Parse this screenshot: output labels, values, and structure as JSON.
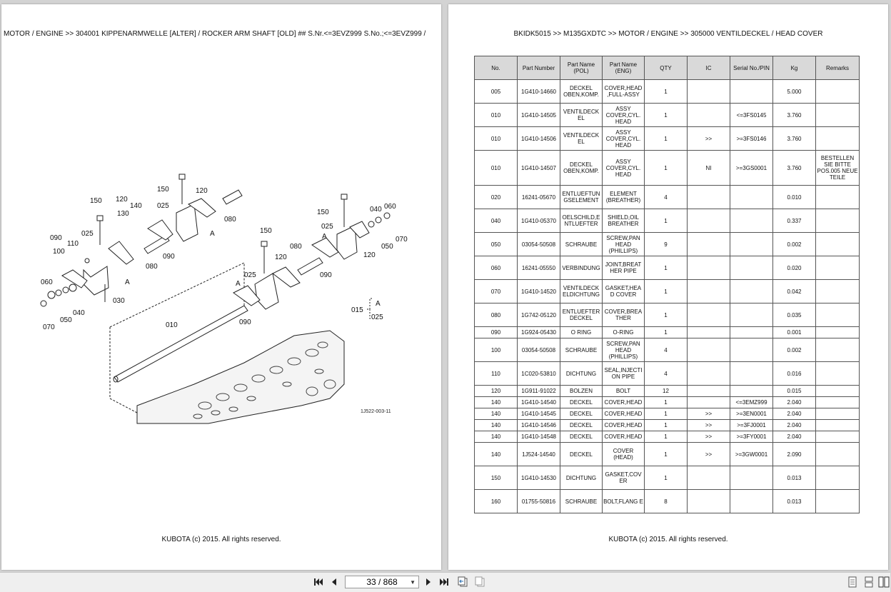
{
  "left_page": {
    "header": "MOTOR / ENGINE >> 304001   KIPPENARMWELLE [ALTER] / ROCKER ARM SHAFT [OLD] ## S.Nr.<=3EVZ999 S.No.;<=3EVZ999 /",
    "footer": "KUBOTA (c) 2015. All rights reserved.",
    "diagram_code": "1J522-003-11",
    "callouts": [
      "150",
      "120",
      "140",
      "130",
      "025",
      "090",
      "110",
      "100",
      "060",
      "040",
      "050",
      "070",
      "030",
      "A",
      "150",
      "120",
      "025",
      "080",
      "090",
      "080",
      "A",
      "150",
      "120",
      "025",
      "090",
      "010",
      "A",
      "150",
      "025",
      "060",
      "040",
      "070",
      "050",
      "120",
      "080",
      "090",
      "A",
      "015",
      "A",
      "025"
    ]
  },
  "right_page": {
    "header": "BKIDK5015 >> M135GXDTC >> MOTOR / ENGINE >> 305000   VENTILDECKEL / HEAD COVER",
    "footer": "KUBOTA (c) 2015. All rights reserved.",
    "table": {
      "columns": [
        "No.",
        "Part Number",
        "Part Name (POL)",
        "Part Name (ENG)",
        "QTY",
        "IC",
        "Serial No./PIN",
        "Kg",
        "Remarks"
      ],
      "rows": [
        {
          "no": "005",
          "part": "1G410-14660",
          "pol": "DECKEL OBEN,KOMP.",
          "eng": "COVER,HEAD ,FULL-ASSY",
          "qty": "1",
          "ic": "",
          "serial": "",
          "kg": "5.000",
          "remarks": "",
          "h": "l"
        },
        {
          "no": "010",
          "part": "1G410-14505",
          "pol": "VENTILDECK EL",
          "eng": "ASSY COVER,CYL. HEAD",
          "qty": "1",
          "ic": "",
          "serial": "<=3FS0145",
          "kg": "3.760",
          "remarks": "",
          "h": "l"
        },
        {
          "no": "010",
          "part": "1G410-14506",
          "pol": "VENTILDECK EL",
          "eng": "ASSY COVER,CYL. HEAD",
          "qty": "1",
          "ic": ">>",
          "serial": ">=3FS0146",
          "kg": "3.760",
          "remarks": "",
          "h": "l"
        },
        {
          "no": "010",
          "part": "1G410-14507",
          "pol": "DECKEL OBEN,KOMP.",
          "eng": "ASSY COVER,CYL. HEAD",
          "qty": "1",
          "ic": "NI",
          "serial": ">=3GS0001",
          "kg": "3.760",
          "remarks": "BESTELLEN SIE BITTE POS.005 NEUE TEILE",
          "h": "xl"
        },
        {
          "no": "020",
          "part": "16241-05670",
          "pol": "ENTLUEFTUN GSELEMENT",
          "eng": "ELEMENT (BREATHER)",
          "qty": "4",
          "ic": "",
          "serial": "",
          "kg": "0.010",
          "remarks": "",
          "h": "l"
        },
        {
          "no": "040",
          "part": "1G410-05370",
          "pol": "OELSCHILD,E NTLUEFTER",
          "eng": "SHIELD,OIL BREATHER",
          "qty": "1",
          "ic": "",
          "serial": "",
          "kg": "0.337",
          "remarks": "",
          "h": "l"
        },
        {
          "no": "050",
          "part": "03054-50508",
          "pol": "SCHRAUBE",
          "eng": "SCREW,PAN HEAD (PHILLIPS)",
          "qty": "9",
          "ic": "",
          "serial": "",
          "kg": "0.002",
          "remarks": "",
          "h": "l"
        },
        {
          "no": "060",
          "part": "16241-05550",
          "pol": "VERBINDUNG",
          "eng": "JOINT,BREAT HER PIPE",
          "qty": "1",
          "ic": "",
          "serial": "",
          "kg": "0.020",
          "remarks": "",
          "h": "l"
        },
        {
          "no": "070",
          "part": "1G410-14520",
          "pol": "VENTILDECK ELDICHTUNG",
          "eng": "GASKET,HEA D COVER",
          "qty": "1",
          "ic": "",
          "serial": "",
          "kg": "0.042",
          "remarks": "",
          "h": "l"
        },
        {
          "no": "080",
          "part": "1G742-05120",
          "pol": "ENTLUEFTER DECKEL",
          "eng": "COVER,BREA THER",
          "qty": "1",
          "ic": "",
          "serial": "",
          "kg": "0.035",
          "remarks": "",
          "h": "l"
        },
        {
          "no": "090",
          "part": "1G924-05430",
          "pol": "O RING",
          "eng": "O-RING",
          "qty": "1",
          "ic": "",
          "serial": "",
          "kg": "0.001",
          "remarks": "",
          "h": "s"
        },
        {
          "no": "100",
          "part": "03054-50508",
          "pol": "SCHRAUBE",
          "eng": "SCREW,PAN HEAD (PHILLIPS)",
          "qty": "4",
          "ic": "",
          "serial": "",
          "kg": "0.002",
          "remarks": "",
          "h": "l"
        },
        {
          "no": "110",
          "part": "1C020-53810",
          "pol": "DICHTUNG",
          "eng": "SEAL,INJECTI ON PIPE",
          "qty": "4",
          "ic": "",
          "serial": "",
          "kg": "0.016",
          "remarks": "",
          "h": "l"
        },
        {
          "no": "120",
          "part": "1G911-91022",
          "pol": "BOLZEN",
          "eng": "BOLT",
          "qty": "12",
          "ic": "",
          "serial": "",
          "kg": "0.015",
          "remarks": "",
          "h": "s"
        },
        {
          "no": "140",
          "part": "1G410-14540",
          "pol": "DECKEL",
          "eng": "COVER,HEAD",
          "qty": "1",
          "ic": "",
          "serial": "<=3EMZ999",
          "kg": "2.040",
          "remarks": "",
          "h": "s"
        },
        {
          "no": "140",
          "part": "1G410-14545",
          "pol": "DECKEL",
          "eng": "COVER,HEAD",
          "qty": "1",
          "ic": ">>",
          "serial": ">=3EN0001",
          "kg": "2.040",
          "remarks": "",
          "h": "s"
        },
        {
          "no": "140",
          "part": "1G410-14546",
          "pol": "DECKEL",
          "eng": "COVER,HEAD",
          "qty": "1",
          "ic": ">>",
          "serial": ">=3FJ0001",
          "kg": "2.040",
          "remarks": "",
          "h": "s"
        },
        {
          "no": "140",
          "part": "1G410-14548",
          "pol": "DECKEL",
          "eng": "COVER,HEAD",
          "qty": "1",
          "ic": ">>",
          "serial": ">=3FY0001",
          "kg": "2.040",
          "remarks": "",
          "h": "s"
        },
        {
          "no": "140",
          "part": "1J524-14540",
          "pol": "DECKEL",
          "eng": "COVER (HEAD)",
          "qty": "1",
          "ic": ">>",
          "serial": ">=3GW0001",
          "kg": "2.090",
          "remarks": "",
          "h": "l"
        },
        {
          "no": "150",
          "part": "1G410-14530",
          "pol": "DICHTUNG",
          "eng": "GASKET,COV ER",
          "qty": "1",
          "ic": "",
          "serial": "",
          "kg": "0.013",
          "remarks": "",
          "h": "l"
        },
        {
          "no": "160",
          "part": "01755-50816",
          "pol": "SCHRAUBE",
          "eng": "BOLT,FLANG E",
          "qty": "8",
          "ic": "",
          "serial": "",
          "kg": "0.013",
          "remarks": "",
          "h": "l"
        }
      ]
    }
  },
  "toolbar": {
    "first_icon": "first-page-icon",
    "prev_icon": "previous-page-icon",
    "page_value": "33 / 868",
    "next_icon": "next-page-icon",
    "last_icon": "last-page-icon",
    "history_back_icon": "history-back-icon",
    "history_forward_icon": "history-forward-icon",
    "view_icons": [
      "single-page-view-icon",
      "continuous-view-icon",
      "two-page-view-icon"
    ]
  },
  "colors": {
    "viewer_background": "#d3d3d3",
    "header_cell": "#d9d9d9",
    "toolbar": "#efefef"
  }
}
